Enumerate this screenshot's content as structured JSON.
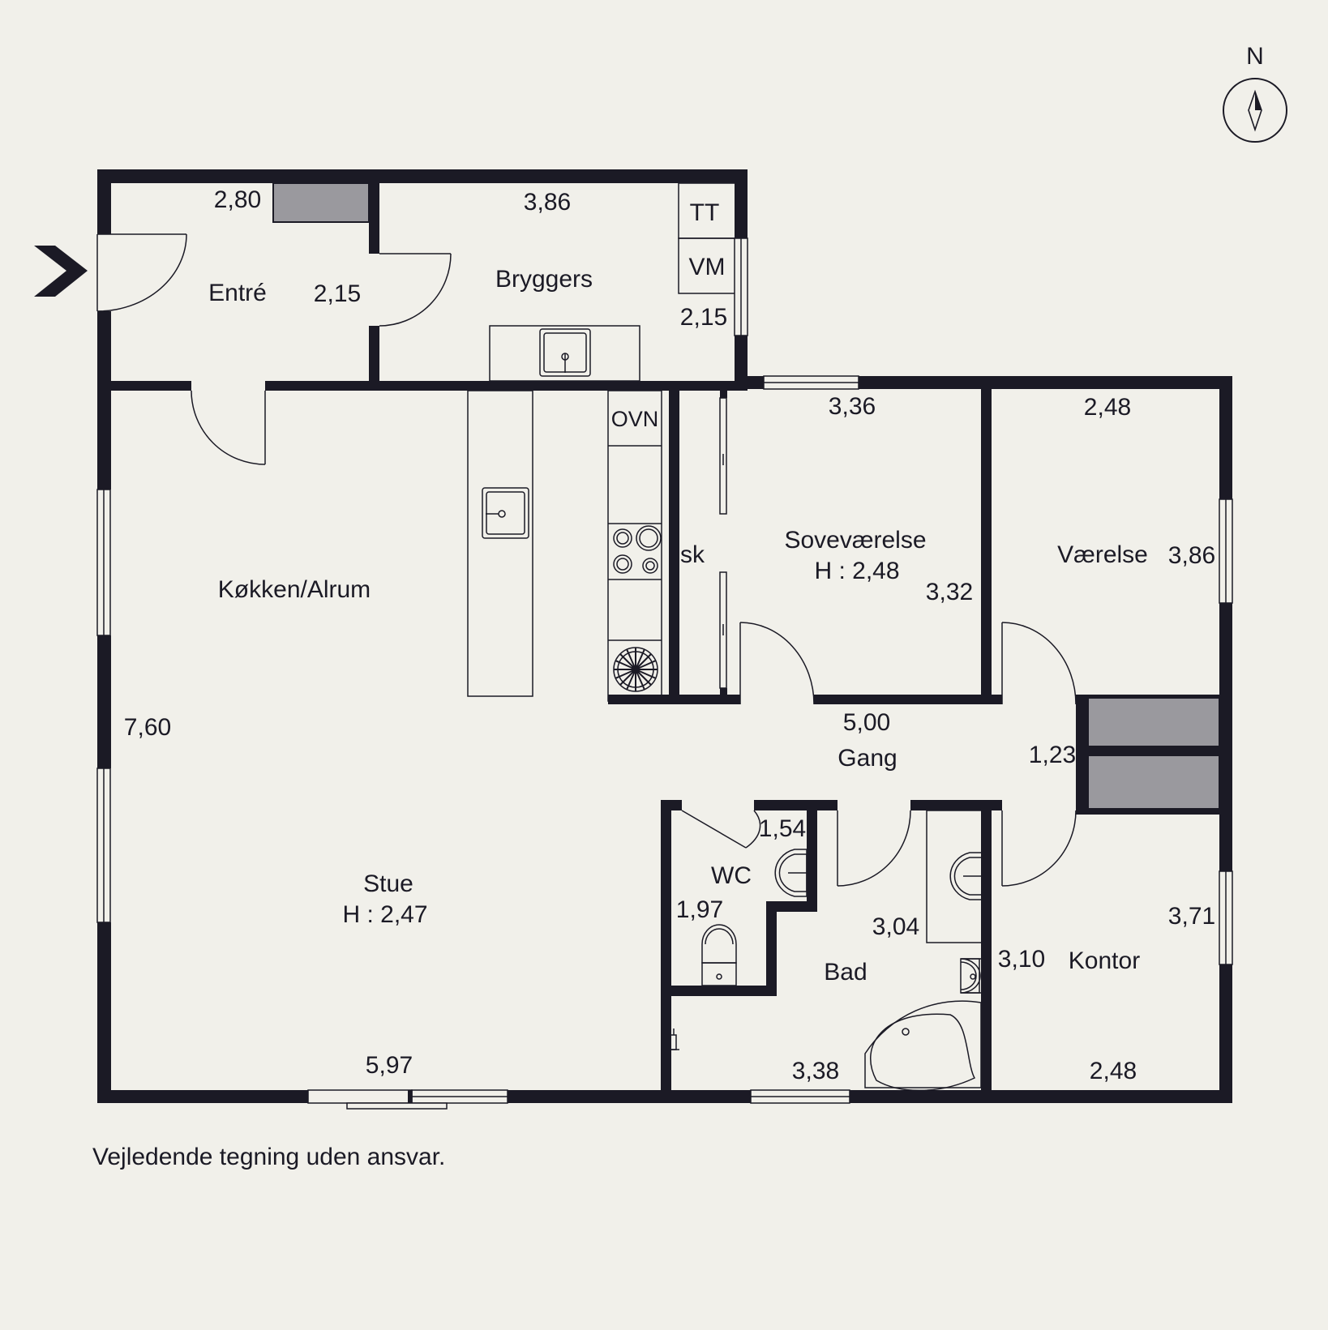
{
  "compass": {
    "label": "N",
    "icon": "north-arrow-icon"
  },
  "entrance": {
    "icon": "entrance-arrow-icon"
  },
  "rooms": {
    "entre": {
      "name": "Entré",
      "dim_top": "2,80",
      "dim_side": "2,15"
    },
    "bryggers": {
      "name": "Bryggers",
      "dim_top": "3,86",
      "dim_side": "2,15"
    },
    "kokken": {
      "name": "Køkken/Alrum"
    },
    "stue": {
      "name": "Stue",
      "height": "H : 2,47",
      "dim_side": "7,60",
      "dim_bottom": "5,97"
    },
    "sovevaerelse": {
      "name": "Soveværelse",
      "height": "H : 2,48",
      "dim_top": "3,36",
      "dim_side": "3,32"
    },
    "vaerelse": {
      "name": "Værelse",
      "dim_top": "2,48",
      "dim_side": "3,86"
    },
    "gang": {
      "name": "Gang",
      "dim_top": "5,00",
      "dim_side": "1,23"
    },
    "wc": {
      "name": "WC",
      "dim_top": "1,54",
      "dim_side": "1,97"
    },
    "bad": {
      "name": "Bad",
      "dim_top": "3,04",
      "dim_bottom": "3,38"
    },
    "kontor": {
      "name": "Kontor",
      "dim_left": "3,10",
      "dim_side": "3,71",
      "dim_bottom": "2,48"
    }
  },
  "fixtures": {
    "tt": "TT",
    "vm": "VM",
    "ovn": "OVN",
    "sk": "sk"
  },
  "footer": {
    "disclaimer": "Vejledende tegning uden ansvar."
  },
  "colors": {
    "wall": "#1b1a25",
    "background": "#f1f0ea",
    "closet": "#9a999e"
  }
}
